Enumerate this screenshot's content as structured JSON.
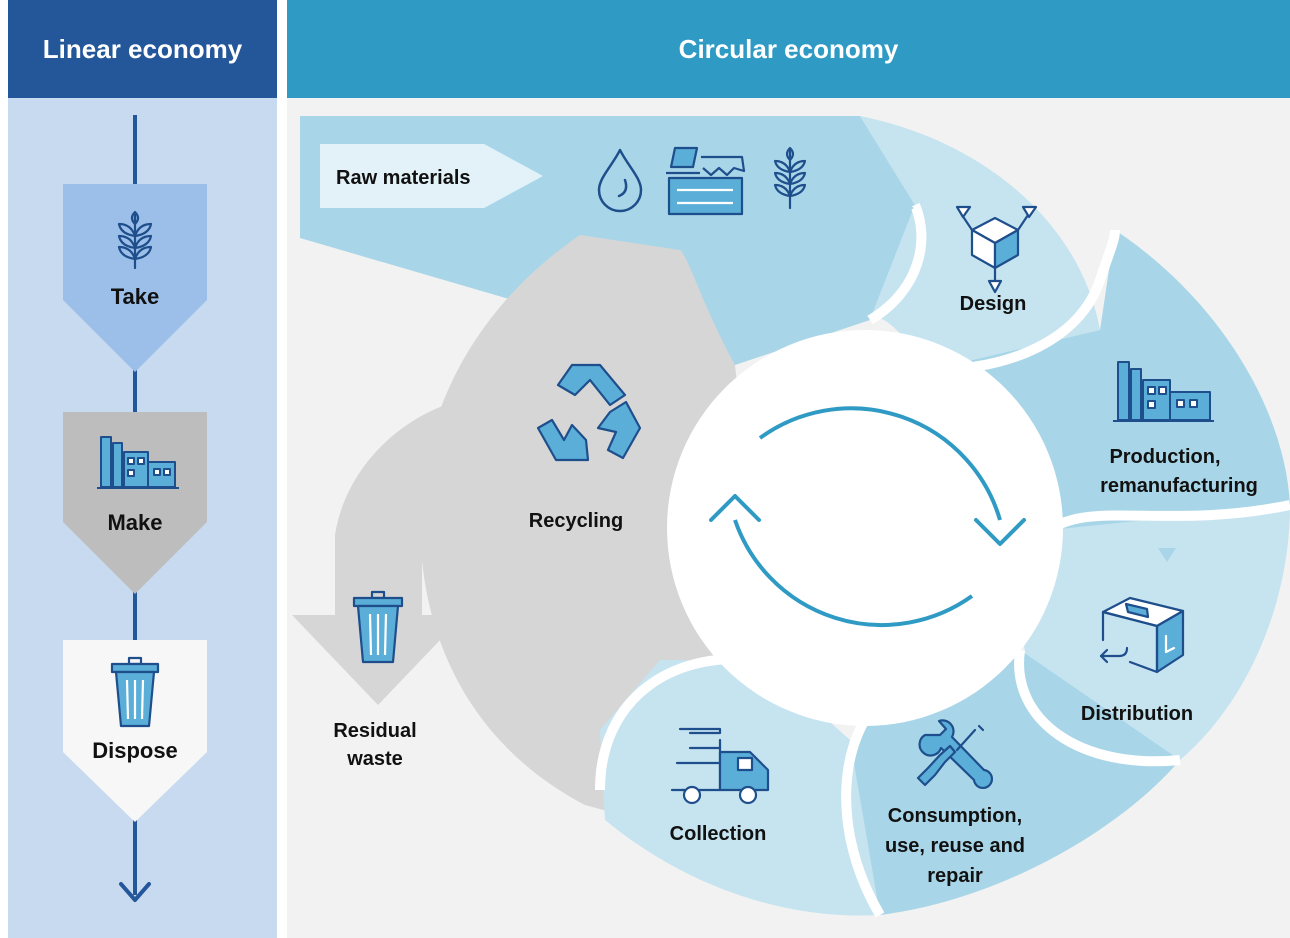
{
  "headers": {
    "linear": "Linear economy",
    "circular": "Circular economy"
  },
  "linear": {
    "take": "Take",
    "make": "Make",
    "dispose": "Dispose"
  },
  "circular": {
    "raw_materials": "Raw materials",
    "design": "Design",
    "production_1": "Production,",
    "production_2": "remanufacturing",
    "distribution": "Distribution",
    "consumption_1": "Consumption,",
    "consumption_2": "use, reuse and",
    "consumption_3": "repair",
    "collection": "Collection",
    "recycling": "Recycling",
    "residual_1": "Residual",
    "residual_2": "waste"
  },
  "colors": {
    "dark_blue": "#24569a",
    "header_blue": "#2f9ac4",
    "icon_blue": "#1f4e8c",
    "light_blue_fill": "#a8d6e8",
    "pale_blue_fill": "#c5e4f0",
    "gray_flow": "#d6d6d6",
    "cycle_arrow": "#2f9ac4"
  }
}
